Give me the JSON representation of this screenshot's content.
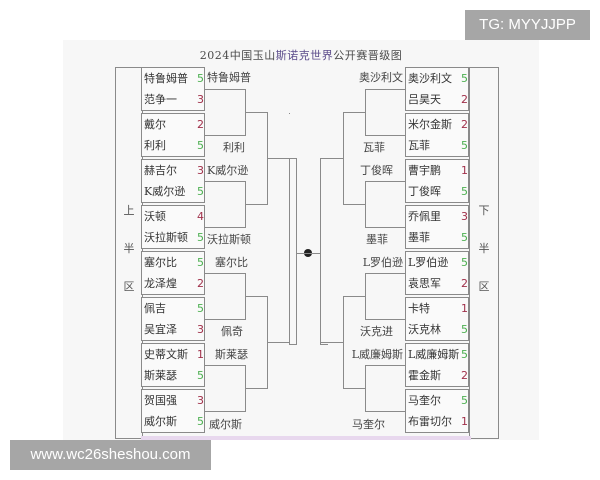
{
  "title": {
    "prefix": "2024中国玉山",
    "accent": "斯诺克世界",
    "suffix": "公开赛晋级图"
  },
  "halves": {
    "top": [
      "上",
      "半",
      "区"
    ],
    "bottom": [
      "下",
      "半",
      "区"
    ]
  },
  "colors": {
    "win_score": "#4caf50",
    "lose_score": "#a0304a",
    "line": "#8a8a8a"
  },
  "left_matches": [
    {
      "p1": "特鲁姆普",
      "s1": "5",
      "p2": "范争一",
      "s2": "3"
    },
    {
      "p1": "戴尔",
      "s1": "2",
      "p2": "利利",
      "s2": "5"
    },
    {
      "p1": "赫吉尔",
      "s1": "3",
      "p2": "K威尔逊",
      "s2": "5"
    },
    {
      "p1": "沃顿",
      "s1": "4",
      "p2": "沃拉斯顿",
      "s2": "5"
    },
    {
      "p1": "塞尔比",
      "s1": "5",
      "p2": "龙泽煌",
      "s2": "2"
    },
    {
      "p1": "佩吉",
      "s1": "5",
      "p2": "吴宜泽",
      "s2": "3"
    },
    {
      "p1": "史蒂文斯",
      "s1": "1",
      "p2": "斯莱瑟",
      "s2": "5"
    },
    {
      "p1": "贺国强",
      "s1": "3",
      "p2": "威尔斯",
      "s2": "5"
    }
  ],
  "left_advancers": [
    "特鲁姆普",
    "利利",
    "K威尔逊",
    "沃拉斯顿",
    "塞尔比",
    "佩奇",
    "斯莱瑟",
    "威尔斯"
  ],
  "right_matches": [
    {
      "p1": "奥沙利文",
      "s1": "5",
      "p2": "吕昊天",
      "s2": "2"
    },
    {
      "p1": "米尔金斯",
      "s1": "2",
      "p2": "瓦菲",
      "s2": "5"
    },
    {
      "p1": "曹宇鹏",
      "s1": "1",
      "p2": "丁俊晖",
      "s2": "5"
    },
    {
      "p1": "乔佩里",
      "s1": "3",
      "p2": "墨菲",
      "s2": "5"
    },
    {
      "p1": "L罗伯逊",
      "s1": "5",
      "p2": "袁思军",
      "s2": "2"
    },
    {
      "p1": "卡特",
      "s1": "1",
      "p2": "沃克林",
      "s2": "5"
    },
    {
      "p1": "L威廉姆斯",
      "s1": "5",
      "p2": "霍金斯",
      "s2": "2"
    },
    {
      "p1": "马奎尔",
      "s1": "5",
      "p2": "布雷切尔",
      "s2": "1"
    }
  ],
  "right_advancers": [
    "奥沙利文",
    "瓦菲",
    "丁俊晖",
    "墨菲",
    "L罗伯逊",
    "沃克进",
    "L威廉姆斯",
    "马奎尔"
  ],
  "watermarks": {
    "tg": "TG: MYYJJPP",
    "url": "www.wc26sheshou.com"
  }
}
